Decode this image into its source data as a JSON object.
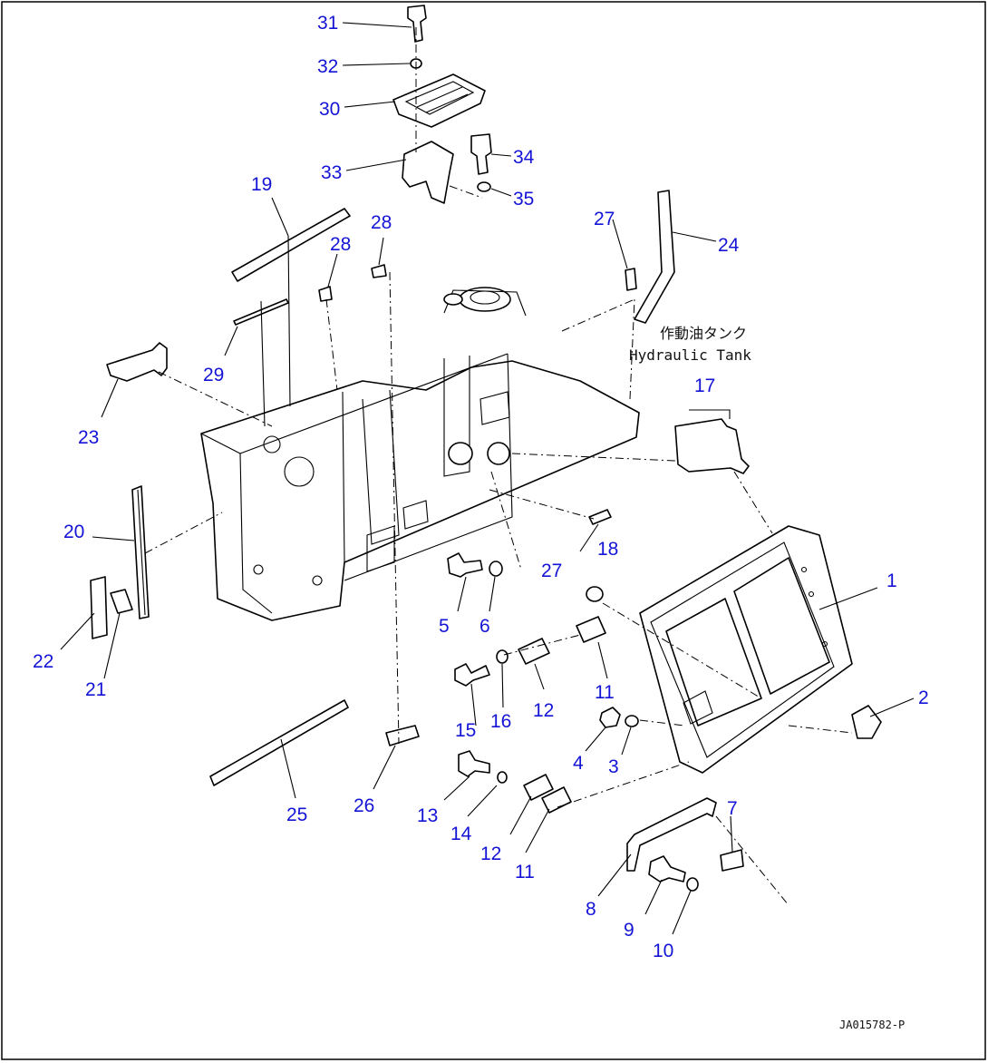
{
  "callouts": [
    {
      "num": "1"
    },
    {
      "num": "2"
    },
    {
      "num": "3"
    },
    {
      "num": "4"
    },
    {
      "num": "5"
    },
    {
      "num": "6"
    },
    {
      "num": "7"
    },
    {
      "num": "8"
    },
    {
      "num": "9"
    },
    {
      "num": "10"
    },
    {
      "num": "11"
    },
    {
      "num": "11"
    },
    {
      "num": "12"
    },
    {
      "num": "12"
    },
    {
      "num": "13"
    },
    {
      "num": "14"
    },
    {
      "num": "15"
    },
    {
      "num": "16"
    },
    {
      "num": "17"
    },
    {
      "num": "18"
    },
    {
      "num": "19"
    },
    {
      "num": "20"
    },
    {
      "num": "21"
    },
    {
      "num": "22"
    },
    {
      "num": "23"
    },
    {
      "num": "24"
    },
    {
      "num": "25"
    },
    {
      "num": "26"
    },
    {
      "num": "27"
    },
    {
      "num": "27"
    },
    {
      "num": "28"
    },
    {
      "num": "28"
    },
    {
      "num": "29"
    },
    {
      "num": "30"
    },
    {
      "num": "31"
    },
    {
      "num": "32"
    },
    {
      "num": "33"
    },
    {
      "num": "34"
    },
    {
      "num": "35"
    }
  ],
  "tank_label_jp": "作動油タンク",
  "tank_label_en": "Hydraulic Tank",
  "drawing_code": "JA015782-P",
  "colors": {
    "callout": "#1414d6",
    "line": "#000000"
  }
}
